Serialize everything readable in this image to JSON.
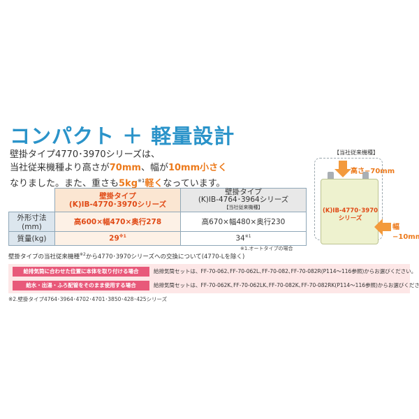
{
  "title": "コンパクト ＋ 軽量設計",
  "intro": {
    "line1": "壁掛タイプ4770･3970シリーズは、",
    "line2_a": "当社従来機種より高さが",
    "line2_b": "70mm",
    "line2_c": "、幅が",
    "line2_d": "10mm小さく",
    "line3_a": "なりました。また、重さも",
    "line3_b": "5kg",
    "line3_sup": "※1",
    "line3_c": "軽く",
    "line3_d": "なっています。"
  },
  "table": {
    "new_header_line1": "壁掛タイプ",
    "new_header_line2": "(K)IB-4770･3970シリーズ",
    "old_header_line1": "壁掛タイプ",
    "old_header_line2": "(K)IB-4764･3964シリーズ",
    "old_header_note": "【当社従来機種】",
    "rows": [
      {
        "label": "外形寸法(mm)",
        "new": "高600×幅470×奥行278",
        "old": "高670×幅480×奥行230"
      },
      {
        "label": "質量(kg)",
        "new": "29",
        "new_sup": "※1",
        "old": "34",
        "old_sup": "※1"
      }
    ]
  },
  "footnote1": "※1.オートタイプの場合",
  "diagram": {
    "label": "【当社従来機種】",
    "model": "(K)IB-4770･3970",
    "series": "シリーズ",
    "height_note": "高さ−70mm",
    "width_note_1": "幅",
    "width_note_2": "−10mm"
  },
  "exchange": {
    "text_a": "壁掛タイプの当社従来機種",
    "sup": "※2",
    "text_b": "から4770･3970シリーズへの交換について(4770-Lを除く)"
  },
  "band": [
    {
      "tag": "給排気筒に合わせた位置に本体を取り付ける場合",
      "text": "給排気筒セットは、FF-70-062､FF-70-062L､FF-70-082､FF-70-082R(P114〜116参照)からお選びください。"
    },
    {
      "tag": "給水・出湯・ふろ配管をそのまま使用する場合",
      "text": "給排気筒セットは、FF-70-062K､FF-70-062LK､FF-70-082K､FF-70-082RK(P114〜116参照)からお選びください。"
    }
  ],
  "footnote2": "※2.壁掛タイプ4764･3964･4702･4701･3850･428･425シリーズ",
  "colors": {
    "title": "#2a93c9",
    "accent_orange": "#ec7a1c",
    "accent_red": "#e04a16",
    "band_bg": "#fde7e7",
    "band_tag": "#e8597a"
  }
}
